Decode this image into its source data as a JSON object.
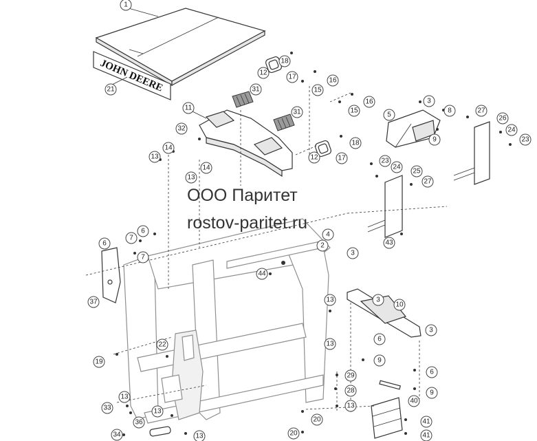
{
  "watermark": {
    "line1": "ООО Паритет",
    "line2": "rostov-paritet.ru"
  },
  "logo_text": "JOHN DEERE",
  "callouts": [
    {
      "id": "c1",
      "label": "1"
    },
    {
      "id": "c21",
      "label": "21"
    },
    {
      "id": "c18a",
      "label": "18"
    },
    {
      "id": "c12a",
      "label": "12"
    },
    {
      "id": "c17a",
      "label": "17"
    },
    {
      "id": "c16a",
      "label": "16"
    },
    {
      "id": "c15a",
      "label": "15"
    },
    {
      "id": "c31a",
      "label": "31"
    },
    {
      "id": "c16b",
      "label": "16"
    },
    {
      "id": "c15b",
      "label": "15"
    },
    {
      "id": "c11",
      "label": "11"
    },
    {
      "id": "c31b",
      "label": "31"
    },
    {
      "id": "c32",
      "label": "32"
    },
    {
      "id": "c18b",
      "label": "18"
    },
    {
      "id": "c14a",
      "label": "14"
    },
    {
      "id": "c13a",
      "label": "13"
    },
    {
      "id": "c12b",
      "label": "12"
    },
    {
      "id": "c17b",
      "label": "17"
    },
    {
      "id": "c14b",
      "label": "14"
    },
    {
      "id": "c13b",
      "label": "13"
    },
    {
      "id": "c3a",
      "label": "3"
    },
    {
      "id": "c5",
      "label": "5"
    },
    {
      "id": "c8",
      "label": "8"
    },
    {
      "id": "c9a",
      "label": "9"
    },
    {
      "id": "c27a",
      "label": "27"
    },
    {
      "id": "c26",
      "label": "26"
    },
    {
      "id": "c24a",
      "label": "24"
    },
    {
      "id": "c23a",
      "label": "23"
    },
    {
      "id": "c23b",
      "label": "23"
    },
    {
      "id": "c24b",
      "label": "24"
    },
    {
      "id": "c25",
      "label": "25"
    },
    {
      "id": "c27b",
      "label": "27"
    },
    {
      "id": "c43",
      "label": "43"
    },
    {
      "id": "c2",
      "label": "2"
    },
    {
      "id": "c4",
      "label": "4"
    },
    {
      "id": "c3b",
      "label": "3"
    },
    {
      "id": "c6a",
      "label": "6"
    },
    {
      "id": "c6b",
      "label": "6"
    },
    {
      "id": "c7a",
      "label": "7"
    },
    {
      "id": "c7b",
      "label": "7"
    },
    {
      "id": "c37",
      "label": "37"
    },
    {
      "id": "c44",
      "label": "44"
    },
    {
      "id": "c13c",
      "label": "13"
    },
    {
      "id": "c3c",
      "label": "3"
    },
    {
      "id": "c10",
      "label": "10"
    },
    {
      "id": "c3d",
      "label": "3"
    },
    {
      "id": "c13d",
      "label": "13"
    },
    {
      "id": "c6c",
      "label": "6"
    },
    {
      "id": "c9b",
      "label": "9"
    },
    {
      "id": "c22",
      "label": "22"
    },
    {
      "id": "c19",
      "label": "19"
    },
    {
      "id": "c29",
      "label": "29"
    },
    {
      "id": "c6d",
      "label": "6"
    },
    {
      "id": "c28",
      "label": "28"
    },
    {
      "id": "c9c",
      "label": "9"
    },
    {
      "id": "c13e",
      "label": "13"
    },
    {
      "id": "c40",
      "label": "40"
    },
    {
      "id": "c13f",
      "label": "13"
    },
    {
      "id": "c33",
      "label": "33"
    },
    {
      "id": "c13g",
      "label": "13"
    },
    {
      "id": "c20a",
      "label": "20"
    },
    {
      "id": "c41a",
      "label": "41"
    },
    {
      "id": "c36",
      "label": "36"
    },
    {
      "id": "c34",
      "label": "34"
    },
    {
      "id": "c13h",
      "label": "13"
    },
    {
      "id": "c20b",
      "label": "20"
    },
    {
      "id": "c41b",
      "label": "41"
    }
  ]
}
